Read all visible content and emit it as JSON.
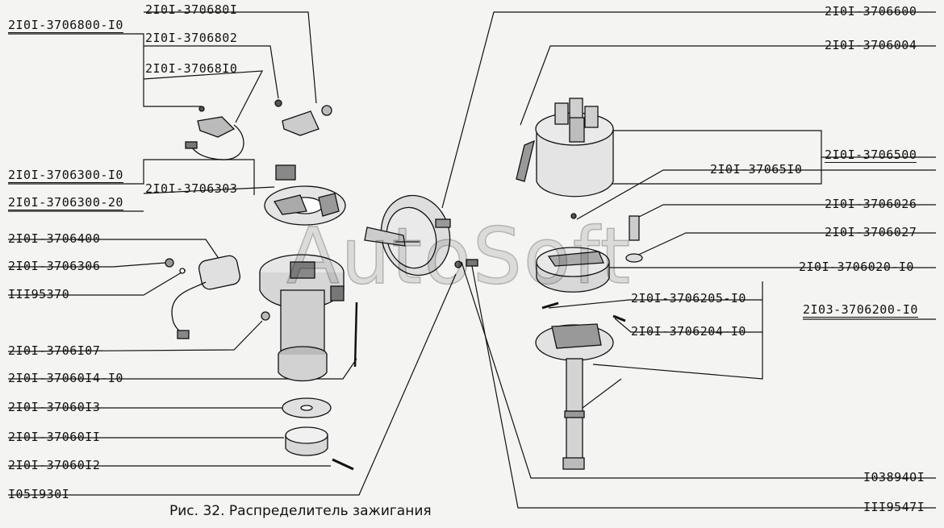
{
  "caption": "Рис. 32. Распределитель зажигания",
  "watermark": "AutoSoft",
  "labels": {
    "l01": "2I0I-3706800-I0",
    "l02": "2I0I-370680I",
    "l03": "2I0I-3706802",
    "l04": "2I0I-37068I0",
    "l05": "2I0I-3706300-I0",
    "l06": "2I0I-3706303",
    "l07": "2I0I-3706300-20",
    "l08": "2I0I-3706400",
    "l09": "2I0I-3706306",
    "l10": "III95370",
    "l11": "2I0I-3706I07",
    "l12": "2I0I-37060I4-I0",
    "l13": "2I0I-37060I3",
    "l14": "2I0I-37060II",
    "l15": "2I0I-37060I2",
    "l16": "I05I930I",
    "r01": "2I0I-3706600",
    "r02": "2I0I-3706004",
    "r03": "2I0I-3706500",
    "r04": "2I0I-37065I0",
    "r05": "2I0I-3706026",
    "r06": "2I0I-3706027",
    "r07": "2I0I-3706020-I0",
    "r08": "2I0I-3706205-I0",
    "r09": "2I03-3706200-I0",
    "r10": "2I0I-3706204-I0",
    "r11": "I03894OI",
    "r12": "III9547I"
  }
}
